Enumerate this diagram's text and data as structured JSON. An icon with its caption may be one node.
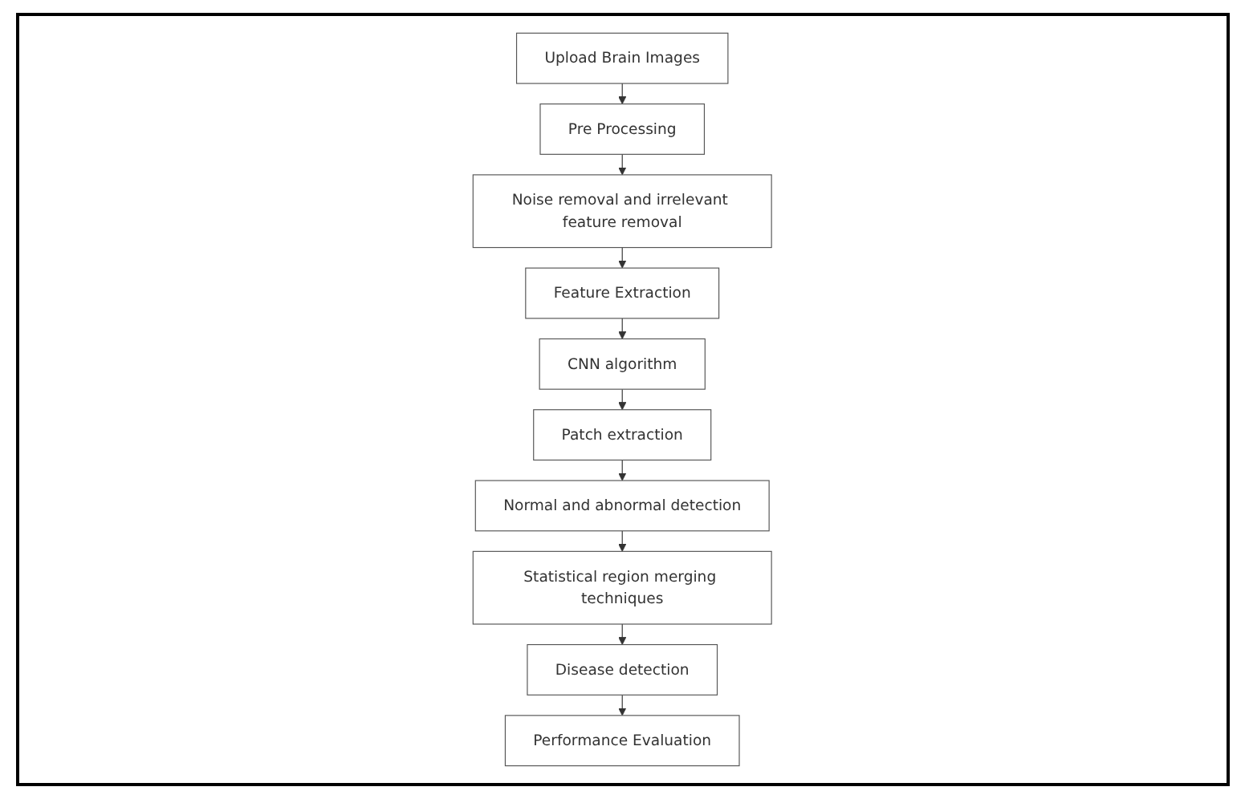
{
  "diagram": {
    "nodes": [
      {
        "text": [
          "Upload Brain Images"
        ]
      },
      {
        "text": [
          "Pre Processing"
        ]
      },
      {
        "text": [
          "Noise removal and irrelevant feature removal"
        ]
      },
      {
        "text": [
          "Feature Extraction"
        ]
      },
      {
        "text": [
          "CNN algorithm"
        ]
      },
      {
        "text": [
          "Patch extraction"
        ]
      },
      {
        "text": [
          "Normal and abnormal detection"
        ]
      },
      {
        "text": [
          "Statistical region merging techniques"
        ]
      },
      {
        "text": [
          "Disease detection"
        ]
      },
      {
        "text": [
          "Performance Evaluation"
        ]
      }
    ],
    "edges": [
      {
        "from": 0,
        "to": 1,
        "arrow": "to"
      },
      {
        "from": 1,
        "to": 2,
        "arrow": "to"
      },
      {
        "from": 2,
        "to": 3,
        "arrow": "to"
      },
      {
        "from": 3,
        "to": 4,
        "arrow": "to"
      },
      {
        "from": 4,
        "to": 5,
        "arrow": "to"
      },
      {
        "from": 5,
        "to": 6,
        "arrow": "to"
      },
      {
        "from": 6,
        "to": 7,
        "arrow": "to"
      },
      {
        "from": 7,
        "to": 8,
        "arrow": "to"
      },
      {
        "from": 8,
        "to": 9,
        "arrow": "to"
      }
    ]
  }
}
